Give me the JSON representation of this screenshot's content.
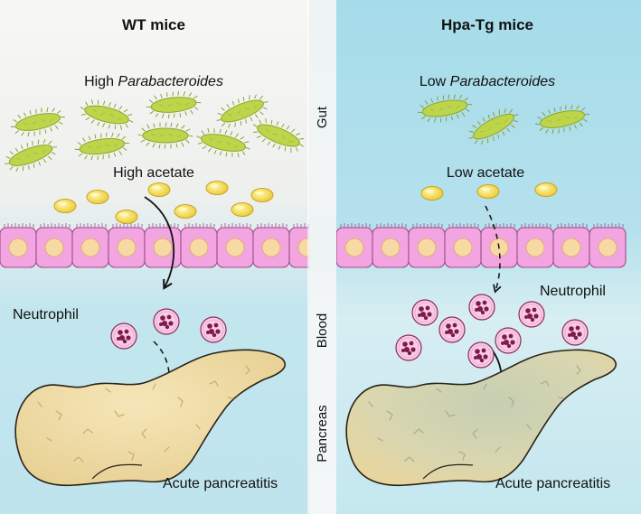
{
  "colors": {
    "wt_background_top": "#f4f5f3",
    "tg_background_top": "#a9dfeb",
    "bottom_background": "#c8e9f0",
    "bacteria": "#b9d24a",
    "acetate": "#f3e24a",
    "epithelium": "#f0a4df",
    "nucleus": "#f6d9a2",
    "neutrophil": "#f7c8e4",
    "neutrophil_nucleus": "#8c1d52",
    "pancreas": "#efdca6",
    "pancreas_inflamed": "#c9d2b4"
  },
  "left_panel": {
    "title": "WT mice",
    "bacteria_prefix": "High ",
    "bacteria_name": "Parabacteroides",
    "acetate_label": "High acetate",
    "neutrophil_label": "Neutrophil",
    "outcome_label": "Acute pancreatitis"
  },
  "right_panel": {
    "title": "Hpa-Tg mice",
    "bacteria_prefix": "Low ",
    "bacteria_name": "Parabacteroides",
    "acetate_label": "Low acetate",
    "neutrophil_label": "Neutrophil",
    "outcome_label": "Acute pancreatitis"
  },
  "compartments": {
    "gut": "Gut",
    "blood": "Blood",
    "pancreas": "Pancreas"
  }
}
